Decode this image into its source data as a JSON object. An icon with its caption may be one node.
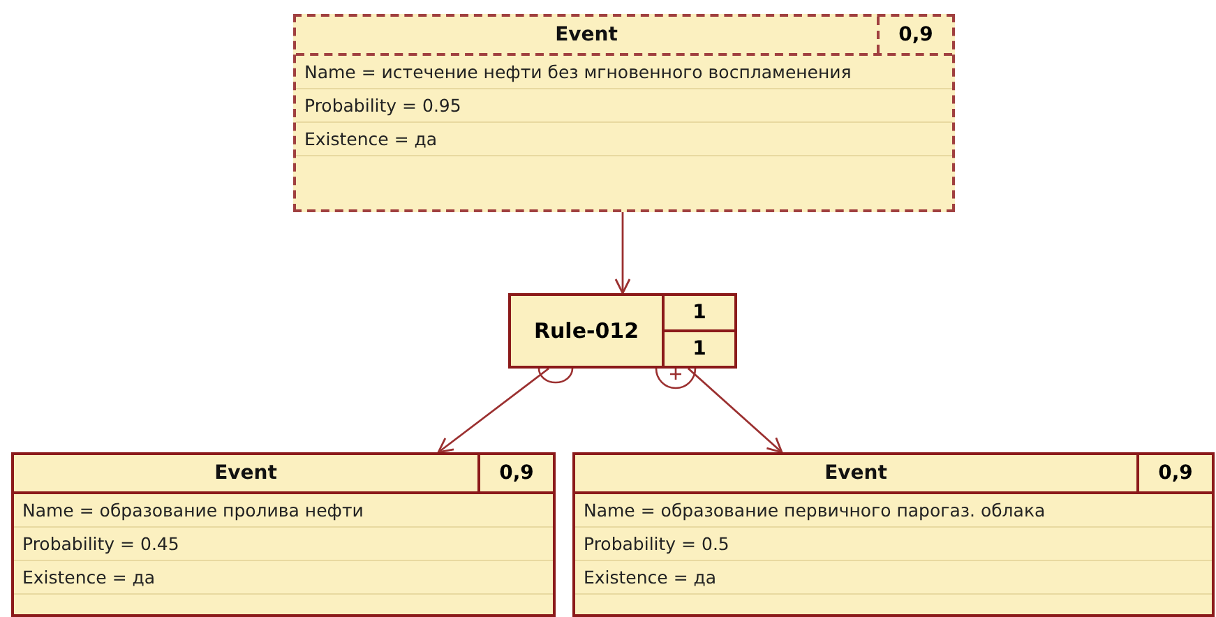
{
  "diagram": {
    "nodes": [
      {
        "text": [
          "Event",
          "0,9",
          "Name = истечение нефти без мгновенного воспламенения",
          "Probability = 0.95",
          "Existence = да"
        ]
      },
      {
        "text": [
          "Rule-012",
          "1",
          "1"
        ]
      },
      {
        "text": [
          "Event",
          "0,9",
          "Name = образование пролива нефти",
          "Probability = 0.45",
          "Existence = да"
        ]
      },
      {
        "text": [
          "Event",
          "0,9",
          "Name = образование первичного парогаз. облака",
          "Probability = 0.5",
          "Existence = да"
        ]
      }
    ],
    "edges": [
      {
        "from": 0,
        "to": 1,
        "arrow": "to"
      },
      {
        "from": 1,
        "to": 2,
        "arrow": "to"
      },
      {
        "from": 1,
        "to": 3,
        "arrow": "to"
      }
    ]
  }
}
